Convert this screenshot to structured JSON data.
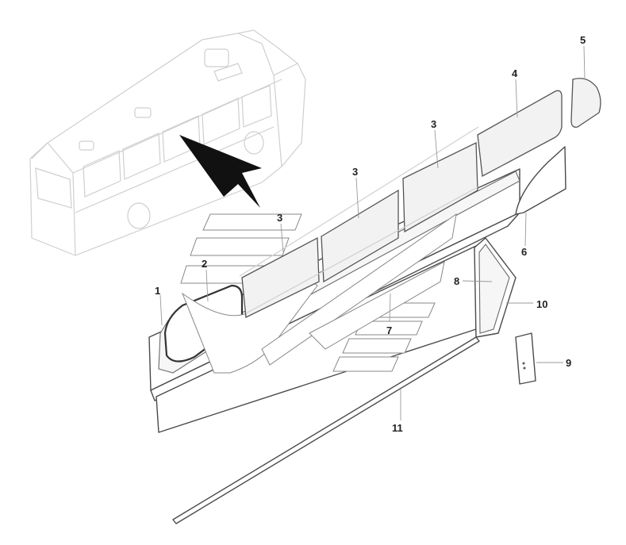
{
  "callouts": {
    "c1": "1",
    "c2": "2",
    "c3a": "3",
    "c3b": "3",
    "c3c": "3",
    "c4": "4",
    "c5": "5",
    "c6": "6",
    "c7": "7",
    "c8": "8",
    "c9": "9",
    "c10": "10",
    "c11": "11"
  }
}
